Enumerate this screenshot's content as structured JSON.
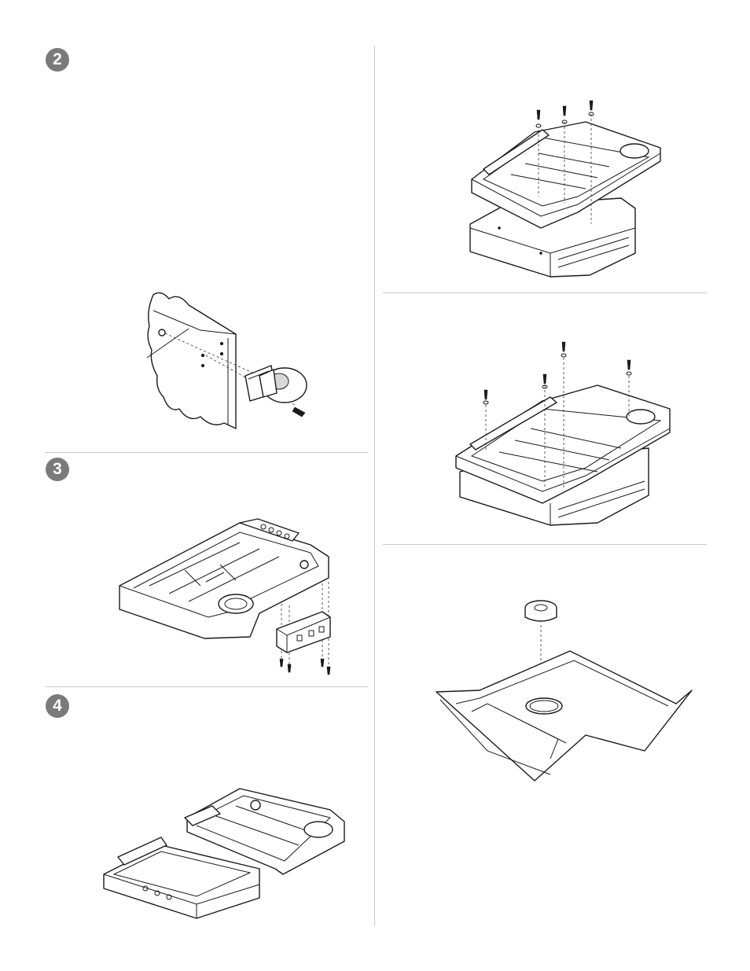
{
  "steps": {
    "step2": {
      "number": "2"
    },
    "step3": {
      "number": "3"
    },
    "step4": {
      "number": "4"
    }
  },
  "colors": {
    "badge": "#7a7a7a",
    "line_art": "#1a1a1a",
    "divider": "#c8c8c8"
  }
}
